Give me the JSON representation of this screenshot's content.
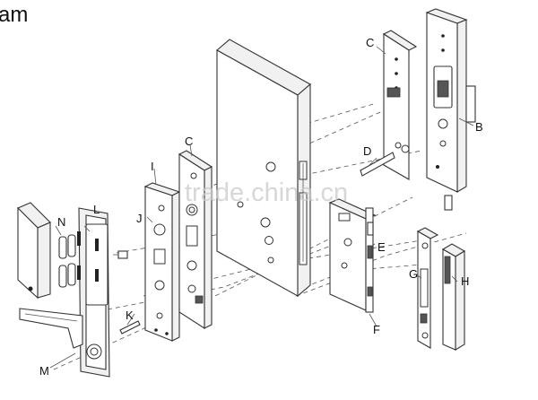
{
  "title": "am",
  "watermark": "trade.china.cn",
  "part_labels": {
    "b": "B",
    "c_back": "C",
    "c_front": "C",
    "d": "D",
    "e": "E",
    "f": "F",
    "g": "G",
    "h": "H",
    "i": "I",
    "j": "J",
    "k": "K",
    "l": "L",
    "m": "M",
    "n": "N"
  }
}
